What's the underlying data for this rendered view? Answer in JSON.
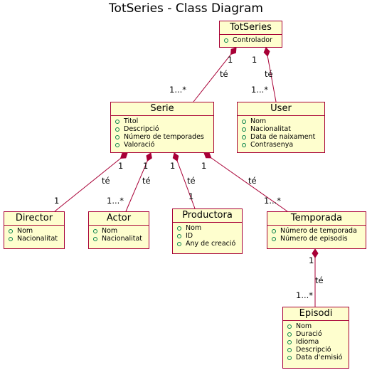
{
  "title": "TotSeries - Class Diagram",
  "classes": {
    "totseries": {
      "name": "TotSeries",
      "attributes": [
        "Controlador"
      ]
    },
    "serie": {
      "name": "Serie",
      "attributes": [
        "Titol",
        "Descripció",
        "Número de temporades",
        "Valoració"
      ]
    },
    "user": {
      "name": "User",
      "attributes": [
        "Nom",
        "Nacionalitat",
        "Data de naixament",
        "Contrasenya"
      ]
    },
    "director": {
      "name": "Director",
      "attributes": [
        "Nom",
        "Nacionalitat"
      ]
    },
    "actor": {
      "name": "Actor",
      "attributes": [
        "Nom",
        "Nacionalitat"
      ]
    },
    "productora": {
      "name": "Productora",
      "attributes": [
        "Nom",
        "ID",
        "Any de creació"
      ]
    },
    "temporada": {
      "name": "Temporada",
      "attributes": [
        "Número de temporada",
        "Número de episodis"
      ]
    },
    "episodi": {
      "name": "Episodi",
      "attributes": [
        "Nom",
        "Duració",
        "Idioma",
        "Descripció",
        "Data d'emisió"
      ]
    }
  },
  "relations": [
    {
      "from": "totseries",
      "to": "serie",
      "label": "té",
      "from_mult": "1",
      "to_mult": "1...*"
    },
    {
      "from": "totseries",
      "to": "user",
      "label": "té",
      "from_mult": "1",
      "to_mult": "1...*"
    },
    {
      "from": "serie",
      "to": "director",
      "label": "té",
      "from_mult": "1",
      "to_mult": "1"
    },
    {
      "from": "serie",
      "to": "actor",
      "label": "té",
      "from_mult": "1",
      "to_mult": "1...*"
    },
    {
      "from": "serie",
      "to": "productora",
      "label": "té",
      "from_mult": "1",
      "to_mult": "1"
    },
    {
      "from": "serie",
      "to": "temporada",
      "label": "té",
      "from_mult": "1",
      "to_mult": "1...*"
    },
    {
      "from": "temporada",
      "to": "episodi",
      "label": "té",
      "from_mult": "1",
      "to_mult": "1...*"
    }
  ],
  "colors": {
    "class_fill": "#FEFECE",
    "class_border": "#A80036",
    "edge": "#A80036",
    "visibility_marker": "#038048"
  }
}
